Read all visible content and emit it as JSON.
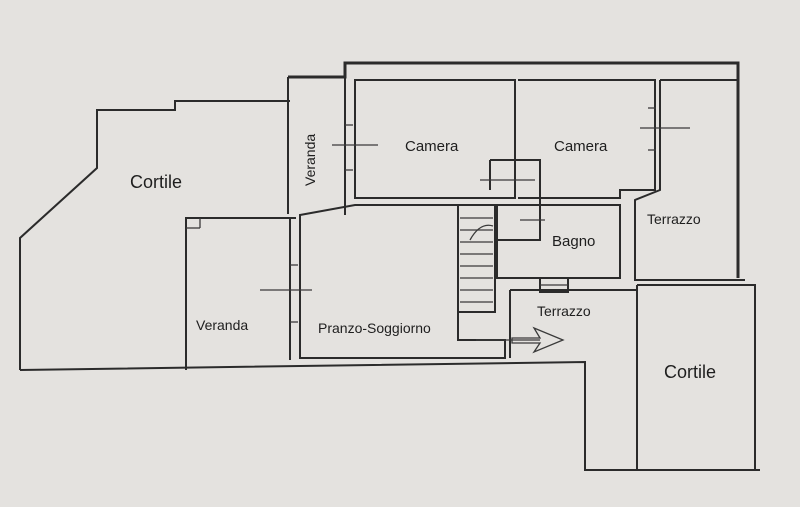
{
  "rooms": {
    "cortile_left": "Cortile",
    "veranda_vertical": "Veranda",
    "veranda_left": "Veranda",
    "camera_1": "Camera",
    "camera_2": "Camera",
    "bagno": "Bagno",
    "pranzo_soggiorno": "Pranzo-Soggiorno",
    "terrazzo_upper": "Terrazzo",
    "terrazzo_lower": "Terrazzo",
    "cortile_right": "Cortile"
  }
}
